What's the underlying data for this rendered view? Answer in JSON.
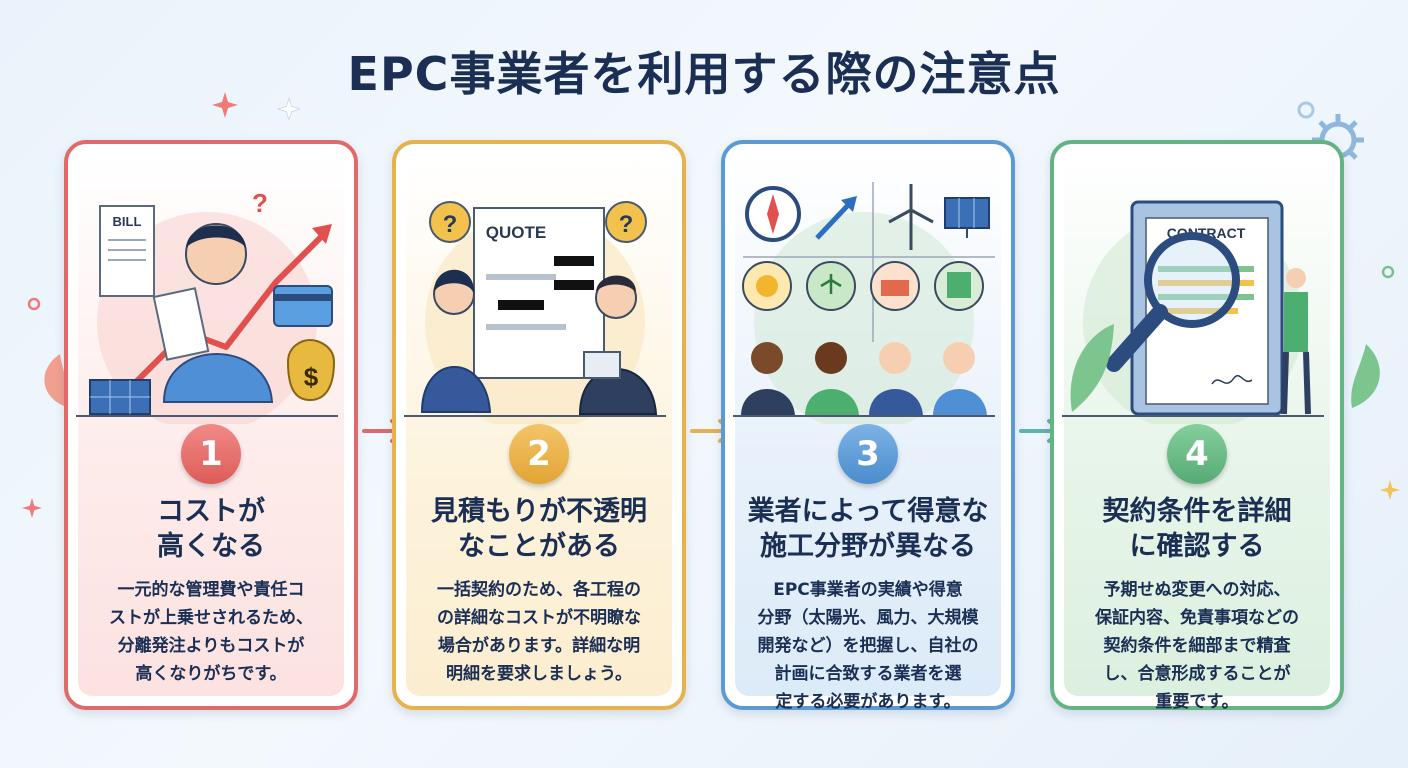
{
  "title": "EPC事業者を利用する際の注意点",
  "colors": {
    "background": "#eaf3fb",
    "title": "#1b2f55",
    "card1": "#e06a6a",
    "card2": "#e7b14c",
    "card3": "#5b9bd5",
    "card4": "#63b483"
  },
  "cards": [
    {
      "number": "1",
      "heading": "コストが\n高くなる",
      "body": "一元的な管理費や責任コ\nストが上乗せされるため、\n分離発注よりもコストが\n高くなりがちです。",
      "illustration": {
        "bill_label": "BILL",
        "icons": [
          "question-mark-icon",
          "rising-arrow-icon",
          "credit-card-icon",
          "money-bag-icon",
          "solar-panel-icon"
        ],
        "currency_symbol": "$"
      }
    },
    {
      "number": "2",
      "heading": "見積もりが不透明\nなことがある",
      "body": "一括契約のため、各工程の\nの詳細なコストが不明瞭な\n場合があります。詳細な明\n明細を要求しましょう。",
      "illustration": {
        "quote_label": "QUOTE",
        "icons": [
          "question-mark-icon",
          "document-icon",
          "woman-icon",
          "man-icon"
        ]
      }
    },
    {
      "number": "3",
      "heading": "業者によって得意な\n施工分野が異なる",
      "body": "EPC事業者の実績や得意\n分野（太陽光、風力、大規模\n開発など）を把握し、自社の\n計画に合致する業者を選\n定する必要があります。",
      "illustration": {
        "icons": [
          "compass-icon",
          "arrow-icon",
          "wind-turbine-icon",
          "solar-panel-icon",
          "sun-icon",
          "wind-icon",
          "factory-icon",
          "building-icon"
        ]
      }
    },
    {
      "number": "4",
      "heading": "契約条件を詳細\nに確認する",
      "body": "予期せぬ変更への対応、\n保証内容、免責事項などの\n契約条件を細部まで精査\nし、合意形成することが\n重要です。",
      "illustration": {
        "contract_label": "CONTRACT",
        "icons": [
          "clipboard-icon",
          "magnifier-icon",
          "person-icon",
          "leaf-icon"
        ]
      }
    }
  ]
}
